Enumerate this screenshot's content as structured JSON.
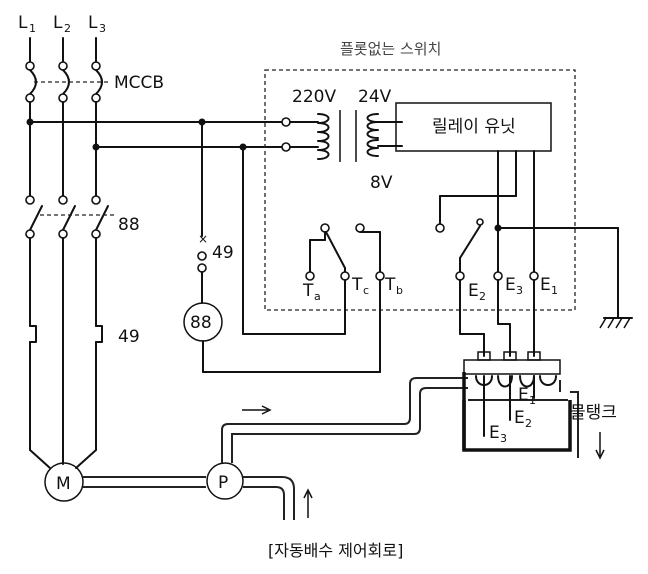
{
  "labels": {
    "l1": "L",
    "l1_sub": "1",
    "l2": "L",
    "l2_sub": "2",
    "l3": "L",
    "l3_sub": "3",
    "mccb": "MCCB",
    "contactor_88": "88",
    "relay_49_top": "49",
    "relay_49_bottom": "49",
    "coil_88": "88",
    "motor": "M",
    "pump": "P"
  },
  "floatless_switch": {
    "title": "플롯없는 스위치",
    "v220": "220V",
    "v24": "24V",
    "v8": "8V",
    "relay_unit": "릴레이 유닛",
    "terminals": {
      "ta": "T",
      "ta_sub": "a",
      "tc": "T",
      "tc_sub": "c",
      "tb": "T",
      "tb_sub": "b",
      "e2": "E",
      "e2_sub": "2",
      "e3": "E",
      "e3_sub": "3",
      "e1": "E",
      "e1_sub": "1"
    }
  },
  "tank": {
    "label": "물탱크",
    "e1": "E",
    "e1_sub": "1",
    "e2": "E",
    "e2_sub": "2",
    "e3": "E",
    "e3_sub": "3"
  },
  "caption": "[자동배수 제어회로]"
}
